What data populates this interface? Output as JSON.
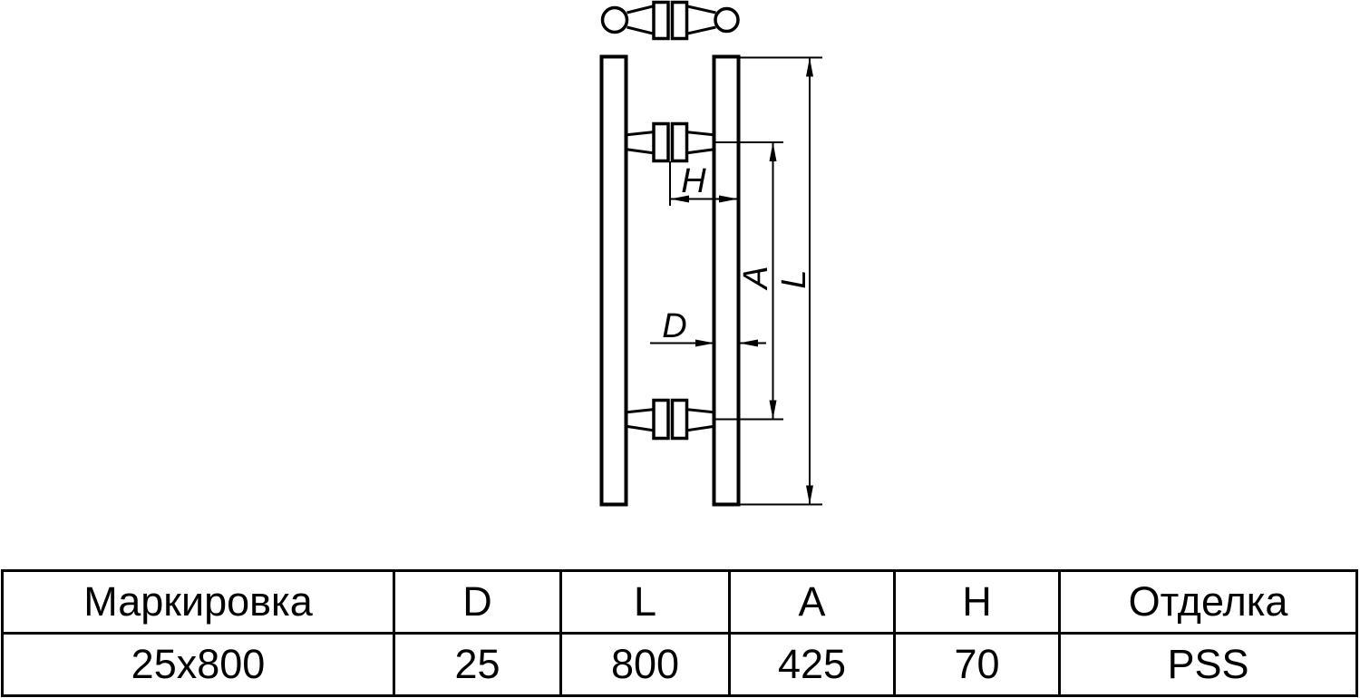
{
  "drawing": {
    "description": "Technical drawing of a double-sided door pull handle (top view and front view) with dimension callouts",
    "dim_labels": {
      "H": "H",
      "D": "D",
      "A": "A",
      "L": "L"
    },
    "colors": {
      "ink": "#000000",
      "background": "#ffffff"
    }
  },
  "table": {
    "headers": [
      "Маркировка",
      "D",
      "L",
      "A",
      "H",
      "Отделка"
    ],
    "row": [
      "25x800",
      "25",
      "800",
      "425",
      "70",
      "PSS"
    ]
  }
}
